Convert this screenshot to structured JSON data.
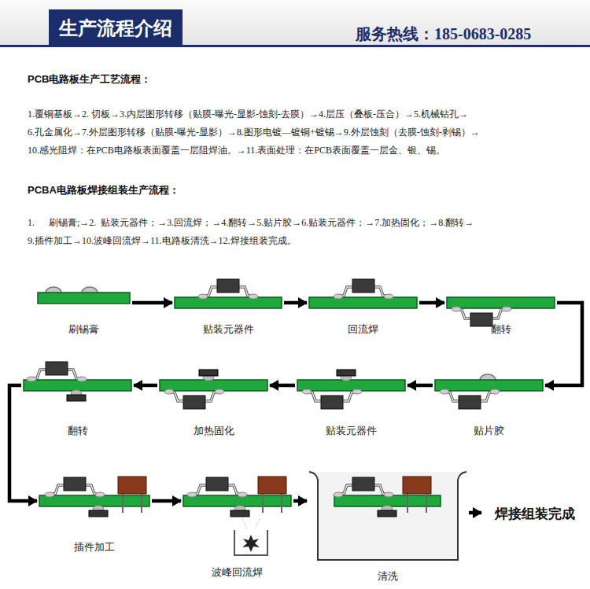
{
  "diagram": {
    "title": "生产流程介绍",
    "nodes": [
      {
        "text": [
          "刷锡膏"
        ]
      },
      {
        "text": [
          "贴装元器件"
        ]
      },
      {
        "text": [
          "回流焊"
        ]
      },
      {
        "text": [
          "翻转"
        ]
      },
      {
        "text": [
          "贴片胶"
        ]
      },
      {
        "text": [
          "贴装元器件"
        ]
      },
      {
        "text": [
          "加热固化"
        ]
      },
      {
        "text": [
          "翻转"
        ]
      },
      {
        "text": [
          "插件加工"
        ]
      },
      {
        "text": [
          "波峰回流焊"
        ]
      },
      {
        "text": [
          "清洗"
        ]
      },
      {
        "text": [
          "焊接组装完成"
        ]
      }
    ],
    "edges": [
      {
        "from": 0,
        "to": 1,
        "arrow": "to"
      },
      {
        "from": 1,
        "to": 2,
        "arrow": "to"
      },
      {
        "from": 2,
        "to": 3,
        "arrow": "to"
      },
      {
        "from": 3,
        "to": 4,
        "arrow": "to"
      },
      {
        "from": 4,
        "to": 5,
        "arrow": "to"
      },
      {
        "from": 5,
        "to": 6,
        "arrow": "to"
      },
      {
        "from": 6,
        "to": 7,
        "arrow": "to"
      },
      {
        "from": 7,
        "to": 8,
        "arrow": "to"
      },
      {
        "from": 8,
        "to": 9,
        "arrow": "to"
      },
      {
        "from": 9,
        "to": 10,
        "arrow": "to"
      },
      {
        "from": 10,
        "to": 11,
        "arrow": "to"
      }
    ],
    "labels": [
      "服务热线：185-0683-0285",
      "PCB电路板生产工艺流程：",
      "1.覆铜基板→2. 切板→3.内层图形转移（贴膜-曝光-显影-蚀刻-去膜）→4.层压（叠板-压合）→5.机械钻孔→",
      "6.孔金属化→7.外层图形转移（贴膜-曝光-显影）→8.图形电镀—镀铜+镀锡→9.外层蚀刻（去膜-蚀刻-剥锡）→",
      "10.感光阻焊：在PCB电路板表面覆盖一层阻焊油。→11.表面处理：在PCB表面覆盖一层金、银、锡。",
      "PCBA电路板焊接组装生产流程：",
      "1.      刷锡膏;→2.  贴装元器件；→3.回流焊；→4.翻转→5.贴片胶→6.贴装元器件；→7.加热固化；→8.翻转→",
      "9.插件加工→10.波峰回流焊→11.电路板清洗→12.焊接组装完成。"
    ]
  }
}
